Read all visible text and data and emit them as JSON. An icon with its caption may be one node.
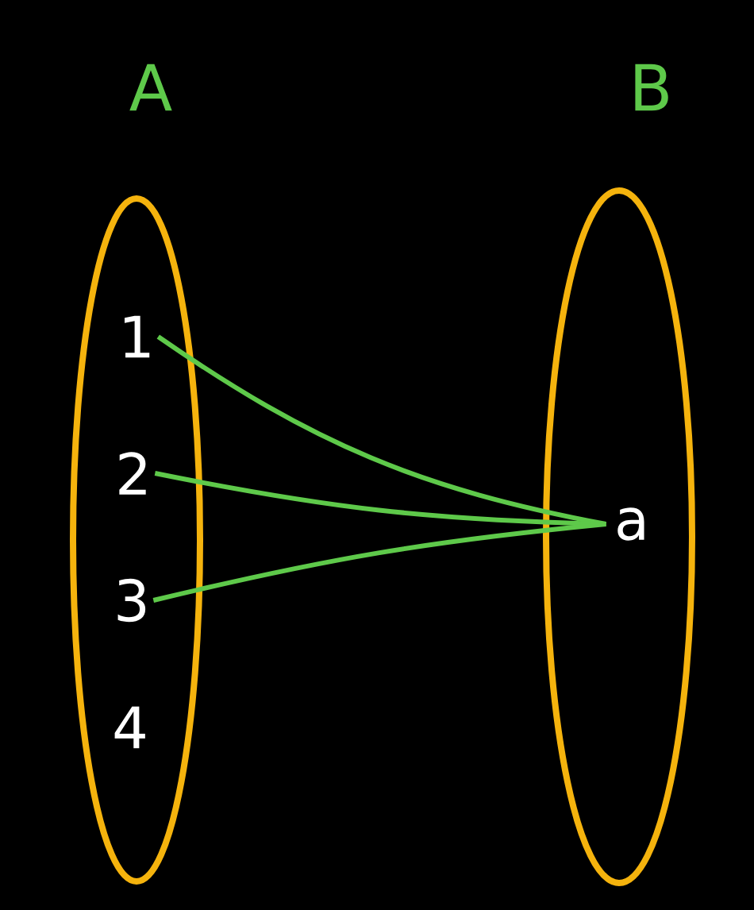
{
  "diagram": {
    "nodes": [
      {
        "text": [
          "A"
        ]
      },
      {
        "text": [
          "1"
        ],
        "in": 0
      },
      {
        "text": [
          "2"
        ],
        "in": 0
      },
      {
        "text": [
          "3"
        ],
        "in": 0
      },
      {
        "text": [
          "4"
        ],
        "in": 0
      },
      {
        "text": [
          "B"
        ]
      },
      {
        "text": [
          "a"
        ],
        "in": 5
      }
    ],
    "edges": [
      {
        "from": 1,
        "to": 6,
        "arrow": "none"
      },
      {
        "from": 2,
        "to": 6,
        "arrow": "none"
      },
      {
        "from": 3,
        "to": 6,
        "arrow": "none"
      }
    ]
  }
}
